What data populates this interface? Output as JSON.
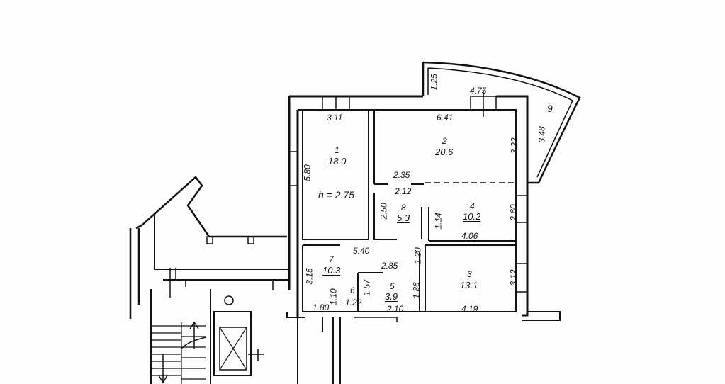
{
  "rooms": [
    {
      "num": "1",
      "area": "18.0"
    },
    {
      "num": "2",
      "area": "20.6"
    },
    {
      "num": "3",
      "area": "13.1"
    },
    {
      "num": "4",
      "area": "10.2"
    },
    {
      "num": "5",
      "area": "3.9"
    },
    {
      "num": "6",
      "area": ""
    },
    {
      "num": "7",
      "area": "10.3"
    },
    {
      "num": "8",
      "area": "5.3"
    },
    {
      "num": "9",
      "area": ""
    }
  ],
  "ceiling_height": "h = 2.75",
  "dimensions": {
    "room1_width": "3.11",
    "room1_height": "5.80",
    "room2_width": "6.41",
    "room2_height": "3.22",
    "balcony_width": "4.75",
    "balcony_left": "1.25",
    "balcony_right": "3.48",
    "partition_2_35": "2.35",
    "partition_2_12": "2.12",
    "room8_height": "2.50",
    "room8_door": "1.14",
    "room4_height": "2.60",
    "room4_width": "4.06",
    "corridor_width": "5.40",
    "room7_height": "3.15",
    "room7_width": "2.85",
    "room5_left": "1.57",
    "room5_right": "1.86",
    "room5_width": "2.10",
    "door_1_20": "1.20",
    "room3_height": "3.12",
    "room3_width": "4.19",
    "room6_left": "1.10",
    "room6_width": "1.22",
    "entry_width": "1.80"
  }
}
